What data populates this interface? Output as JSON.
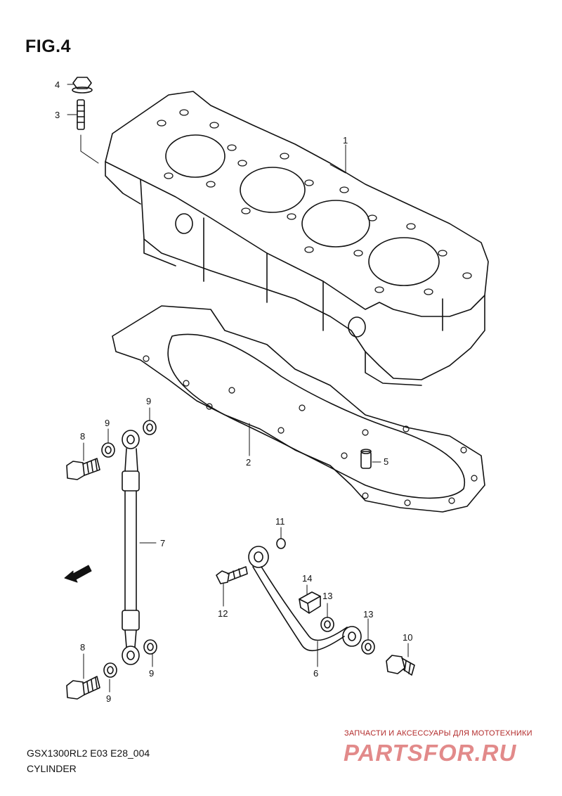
{
  "figure": {
    "title": "FIG.4",
    "model_code": "GSX1300RL2 E03 E28_004",
    "section_name": "CYLINDER",
    "direction_label": "FWD"
  },
  "callouts": {
    "p1": "1",
    "p2": "2",
    "p3": "3",
    "p4": "4",
    "p5": "5",
    "p6": "6",
    "p7": "7",
    "p8a": "8",
    "p8b": "8",
    "p9a": "9",
    "p9b": "9",
    "p9c": "9",
    "p9d": "9",
    "p10": "10",
    "p11": "11",
    "p12": "12",
    "p13a": "13",
    "p13b": "13",
    "p14": "14"
  },
  "watermark": {
    "tagline": "ЗАПЧАСТИ И АКСЕССУАРЫ ДЛЯ МОТОТЕХНИКИ",
    "logo": "PARTSFOR.RU"
  },
  "colors": {
    "line": "#111111",
    "watermark": "#cc2b2b",
    "background": "#ffffff"
  }
}
